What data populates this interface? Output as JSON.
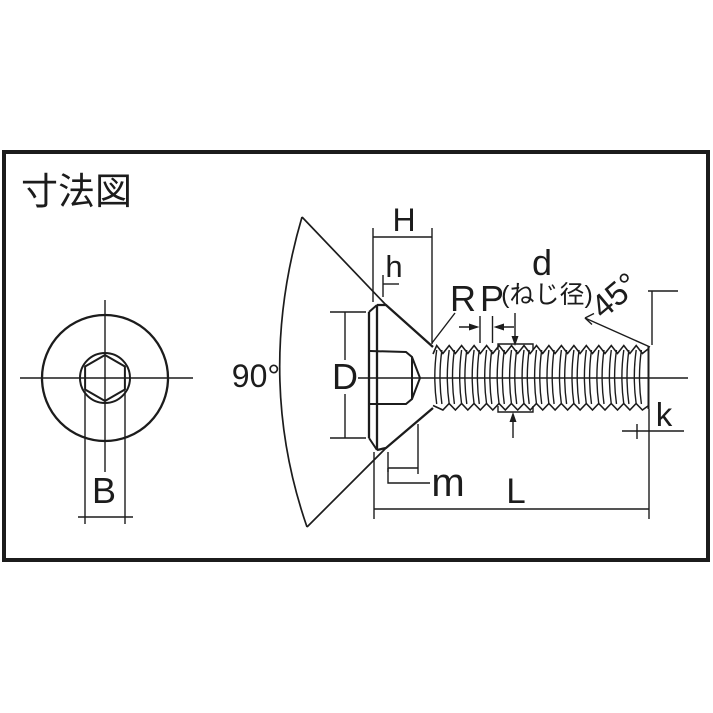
{
  "title": "寸法図",
  "colors": {
    "line": "#1c1c1c",
    "background": "#ffffff"
  },
  "labels": {
    "socket_width": "B",
    "head_height": "H",
    "edge_height": "h",
    "head_diameter": "D",
    "fillet_radius": "R",
    "pitch": "P",
    "thread_diameter": "d",
    "thread_diameter_note": "(ねじ径)",
    "chamfer_angle": "45°",
    "countersink_angle": "90°",
    "neck_length": "m",
    "screw_length": "L",
    "chamfer_length": "k"
  }
}
